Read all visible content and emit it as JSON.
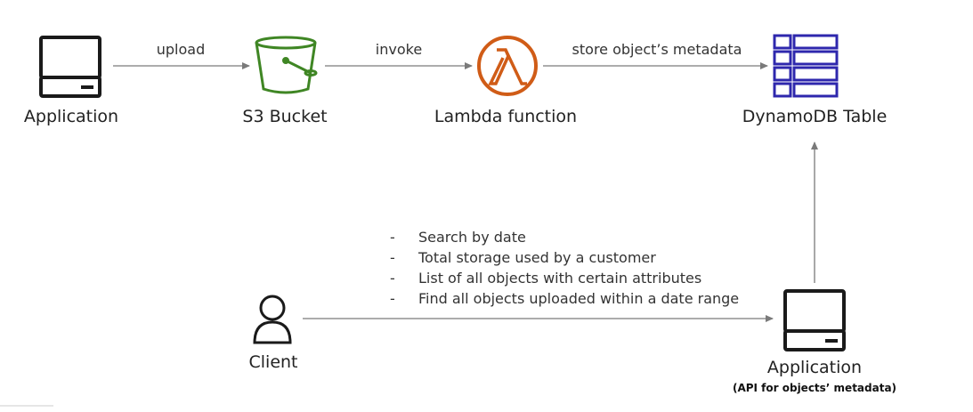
{
  "nodes": {
    "application_top": {
      "label": "Application",
      "icon": "computer-icon"
    },
    "s3_bucket": {
      "label": "S3 Bucket",
      "icon": "s3-bucket-icon",
      "color": "#3f8624"
    },
    "lambda_function": {
      "label": "Lambda function",
      "icon": "lambda-icon",
      "color": "#d05c17"
    },
    "dynamodb_table": {
      "label": "DynamoDB Table",
      "icon": "dynamodb-table-icon",
      "color": "#2e27ad"
    },
    "client": {
      "label": "Client",
      "icon": "user-icon"
    },
    "application_bottom": {
      "label": "Application",
      "sublabel": "(API for objects’ metadata)",
      "icon": "computer-icon"
    }
  },
  "edges": {
    "upload": "upload",
    "invoke": "invoke",
    "store": "store object’s metadata"
  },
  "query_list": {
    "dash": "-",
    "items": [
      "Search by date",
      "Total storage used by a customer",
      "List of all objects with certain attributes",
      "Find all objects uploaded within a date range"
    ]
  },
  "colors": {
    "arrow": "#7a7a7a",
    "icon_dark": "#1a1a1a"
  }
}
